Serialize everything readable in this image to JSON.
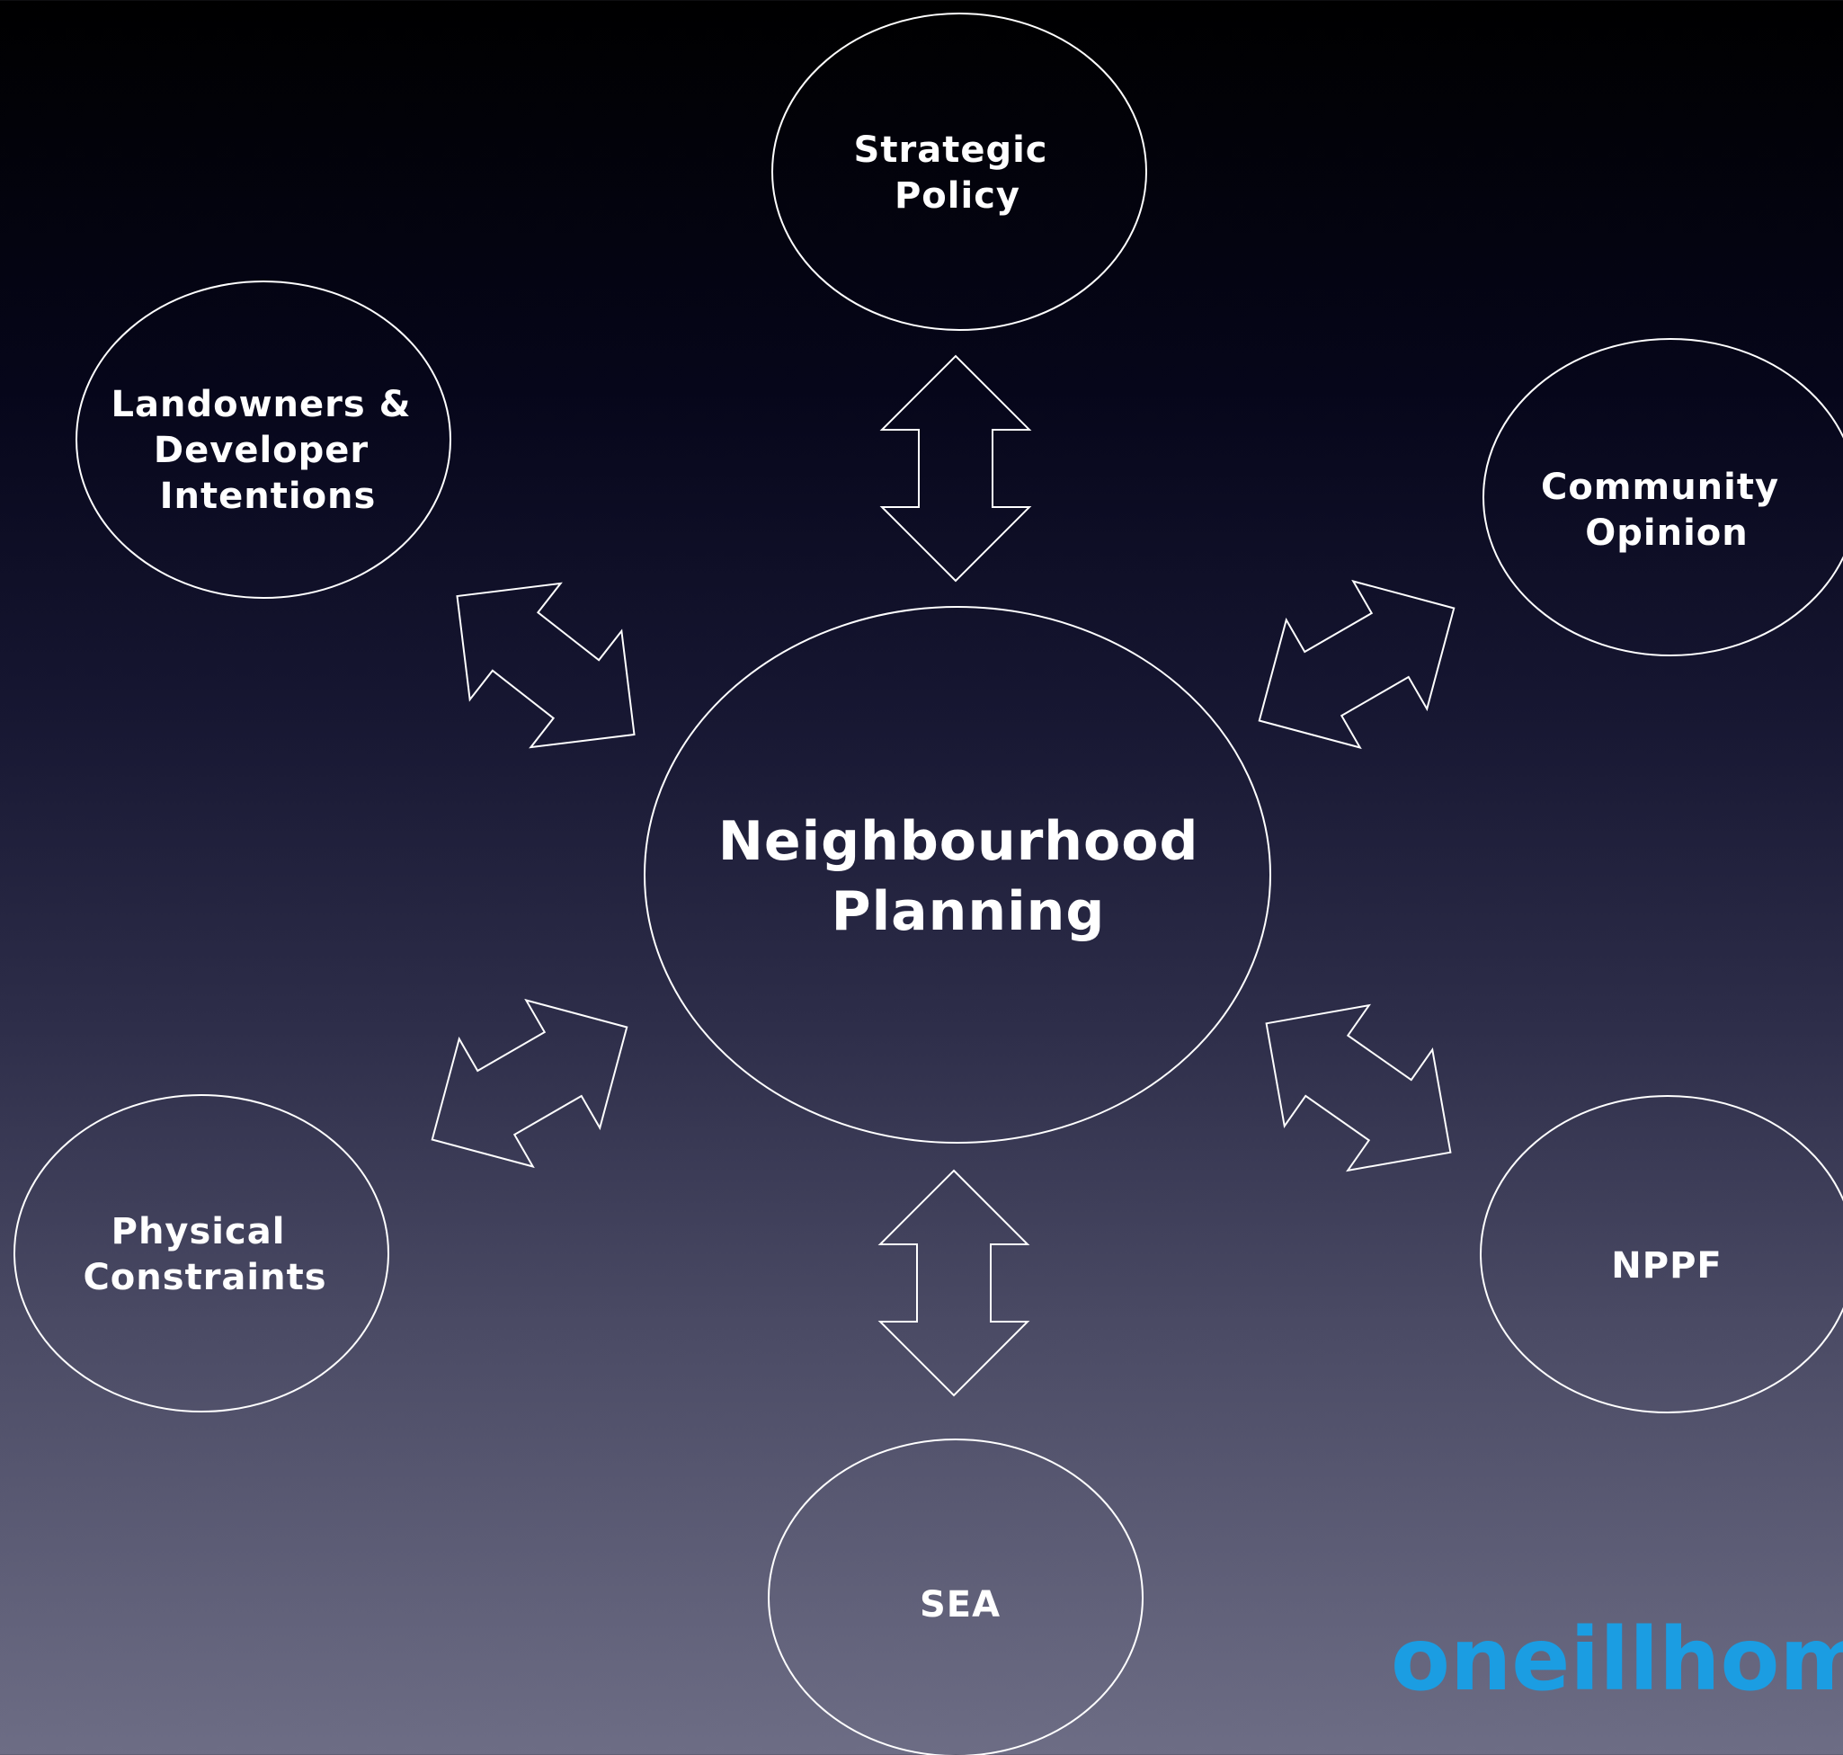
{
  "diagram": {
    "center": {
      "label_lines": [
        "Neighbourhood",
        "Planning"
      ]
    },
    "nodes": {
      "strategic_policy": {
        "label_lines": [
          "Strategic",
          "Policy"
        ]
      },
      "landowners": {
        "label_lines": [
          "Landowners &",
          "Developer",
          "Intentions"
        ]
      },
      "community_opinion": {
        "label_lines": [
          "Community",
          "Opinion"
        ]
      },
      "physical_constraints": {
        "label_lines": [
          "Physical",
          "Constraints"
        ]
      },
      "nppf": {
        "label_lines": [
          "NPPF"
        ]
      },
      "sea": {
        "label_lines": [
          "SEA"
        ]
      }
    },
    "connections": [
      {
        "from": "Neighbourhood Planning",
        "to": "Strategic Policy",
        "type": "bidirectional"
      },
      {
        "from": "Neighbourhood Planning",
        "to": "Landowners & Developer Intentions",
        "type": "bidirectional"
      },
      {
        "from": "Neighbourhood Planning",
        "to": "Community Opinion",
        "type": "bidirectional"
      },
      {
        "from": "Neighbourhood Planning",
        "to": "Physical Constraints",
        "type": "bidirectional"
      },
      {
        "from": "Neighbourhood Planning",
        "to": "NPPF",
        "type": "bidirectional"
      },
      {
        "from": "Neighbourhood Planning",
        "to": "SEA",
        "type": "bidirectional"
      }
    ]
  },
  "branding": {
    "logo_text": "oneillhom",
    "logo_color": "#1b9de2"
  },
  "colors": {
    "background_top": "#000000",
    "background_bottom": "#6d6d85",
    "stroke": "#ffffff",
    "text": "#ffffff"
  },
  "icons": {
    "arrow": "double-headed-block-arrow"
  }
}
